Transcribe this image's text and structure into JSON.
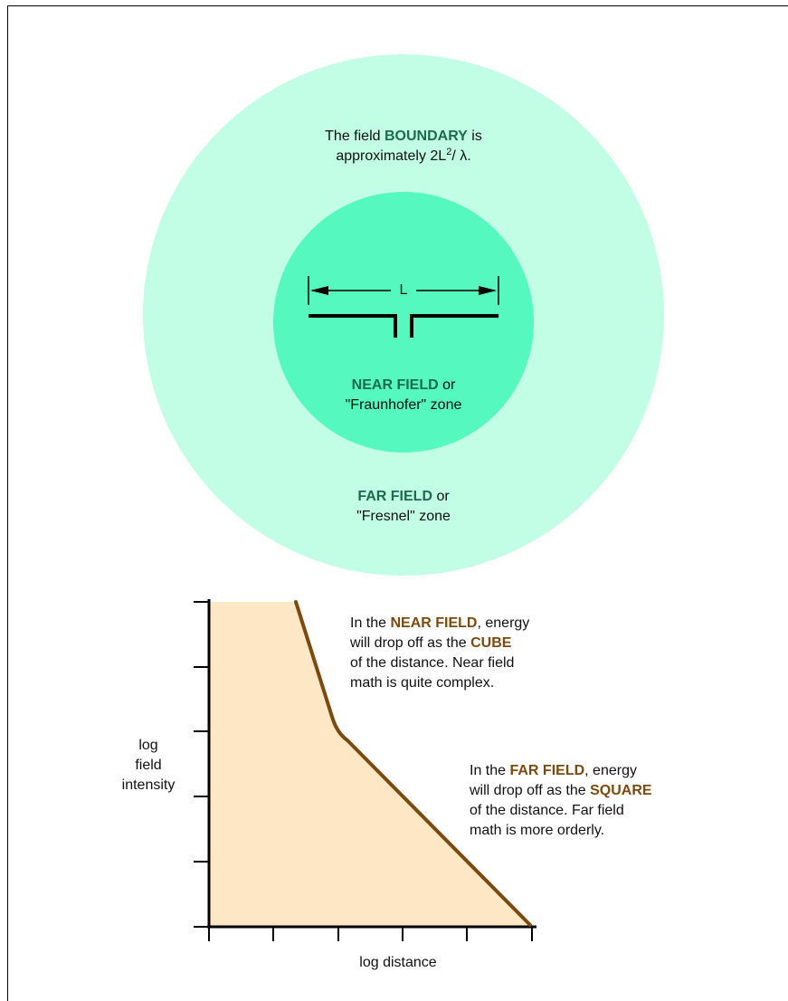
{
  "diagram": {
    "boundary_line1_prefix": "The field ",
    "boundary_line1_bold": "BOUNDARY",
    "boundary_line1_suffix": " is",
    "boundary_line2_prefix": "approximately 2L",
    "boundary_line2_sup": "2",
    "boundary_line2_suffix": "/ λ.",
    "length_label": "L",
    "near_bold": "NEAR FIELD",
    "near_suffix": " or",
    "near_line2": "\"Fraunhofer\" zone",
    "far_bold": "FAR FIELD",
    "far_suffix": " or",
    "far_line2": "\"Fresnel\" zone",
    "colors": {
      "outer_circle": "#c2fde6",
      "inner_circle": "#55f9bf",
      "label_green": "#1c6b4e",
      "fill_area": "#fde7c4",
      "curve": "#7a4a10"
    }
  },
  "graph": {
    "ylabel_line1": "log",
    "ylabel_line2": "field",
    "ylabel_line3": "intensity",
    "xlabel": "log distance",
    "near_note": {
      "l1_prefix": "In the ",
      "l1_bold": "NEAR FIELD",
      "l1_suffix": ", energy",
      "l2_prefix": "will drop off as the ",
      "l2_bold": "CUBE",
      "l3": "of the distance. Near field",
      "l4": "math is quite complex."
    },
    "far_note": {
      "l1_prefix": "In the ",
      "l1_bold": "FAR FIELD",
      "l1_suffix": ", energy",
      "l2_prefix": "will drop off as the ",
      "l2_bold": "SQUARE",
      "l3": "of the distance. Far field",
      "l4": "math is more orderly."
    }
  }
}
